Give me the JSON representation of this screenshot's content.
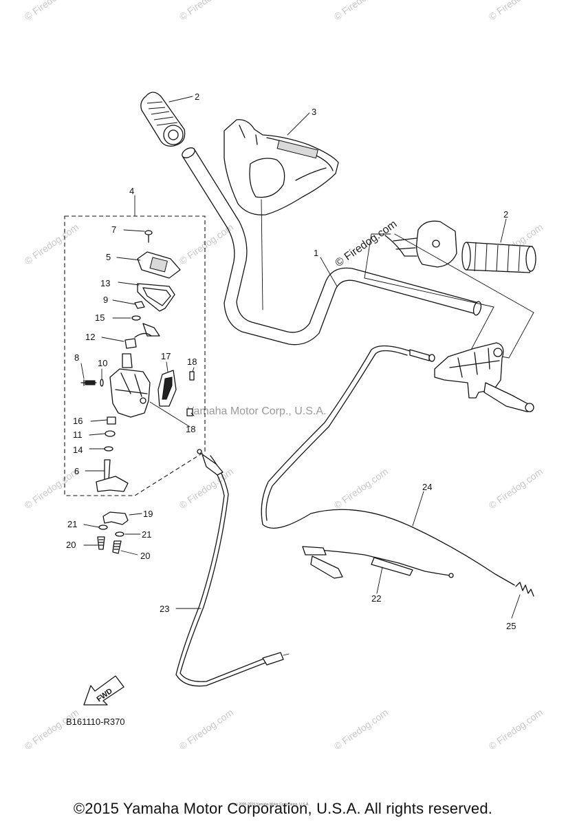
{
  "diagram": {
    "code": "B161110-R370",
    "direction_label": "FWD",
    "watermark": "© Firedog.com",
    "watermark_center": "Yamaha Motor Corp., U.S.A.",
    "fine_print": "(c) 2005-2015 Yamaha Motor Corporation, U.S.A.",
    "callouts": {
      "c1": "1",
      "c2a": "2",
      "c2b": "2",
      "c3": "3",
      "c4": "4",
      "c5": "5",
      "c6": "6",
      "c7": "7",
      "c8": "8",
      "c9": "9",
      "c10": "10",
      "c11": "11",
      "c12": "12",
      "c13": "13",
      "c14": "14",
      "c15": "15",
      "c16": "16",
      "c17": "17",
      "c18a": "18",
      "c18b": "18",
      "c19": "19",
      "c20a": "20",
      "c20b": "20",
      "c21a": "21",
      "c21b": "21",
      "c22": "22",
      "c23": "23",
      "c24": "24",
      "c25": "25"
    }
  },
  "footer": {
    "copyright": "©2015 Yamaha Motor Corporation, U.S.A. All rights reserved."
  }
}
